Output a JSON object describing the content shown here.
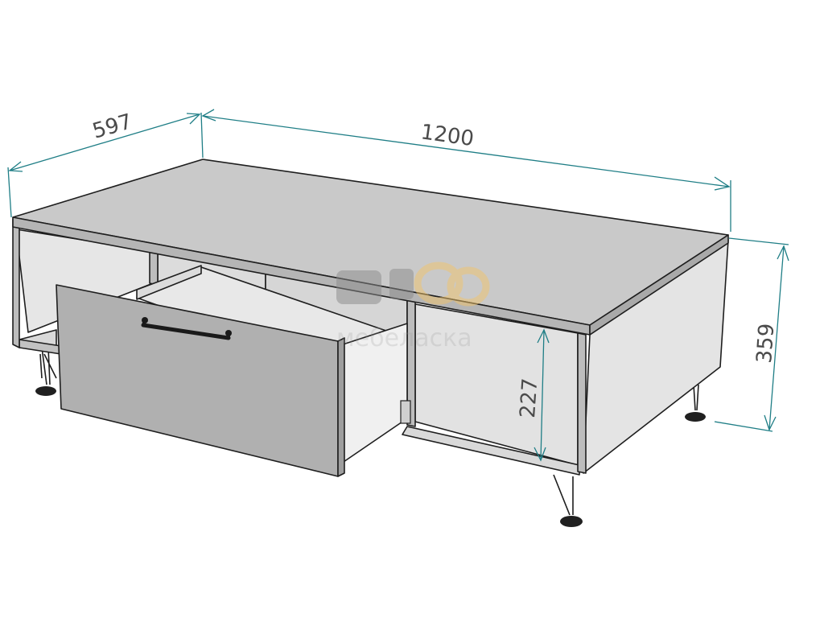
{
  "dimensions": {
    "depth": "597",
    "width": "1200",
    "height": "359",
    "inner_height": "227"
  },
  "watermark": {
    "text": "мебеласка"
  },
  "colors": {
    "top": "#c9c9c9",
    "panel_front": "#b3b3b3",
    "drawer_front": "#b0b0b0",
    "interior": "#e2e2e2",
    "interior_dark": "#d0d0d0",
    "edge": "#1e1e1e",
    "dimension": "#1f7e86",
    "handle": "#1a1a1a",
    "foot": "#202020",
    "watermark_orange": "#f2c46a",
    "watermark_gray": "#8a8a8a"
  },
  "icons": [
    "dimension-arrow-icon",
    "drawer-handle-icon",
    "watermark-logo-icon"
  ]
}
